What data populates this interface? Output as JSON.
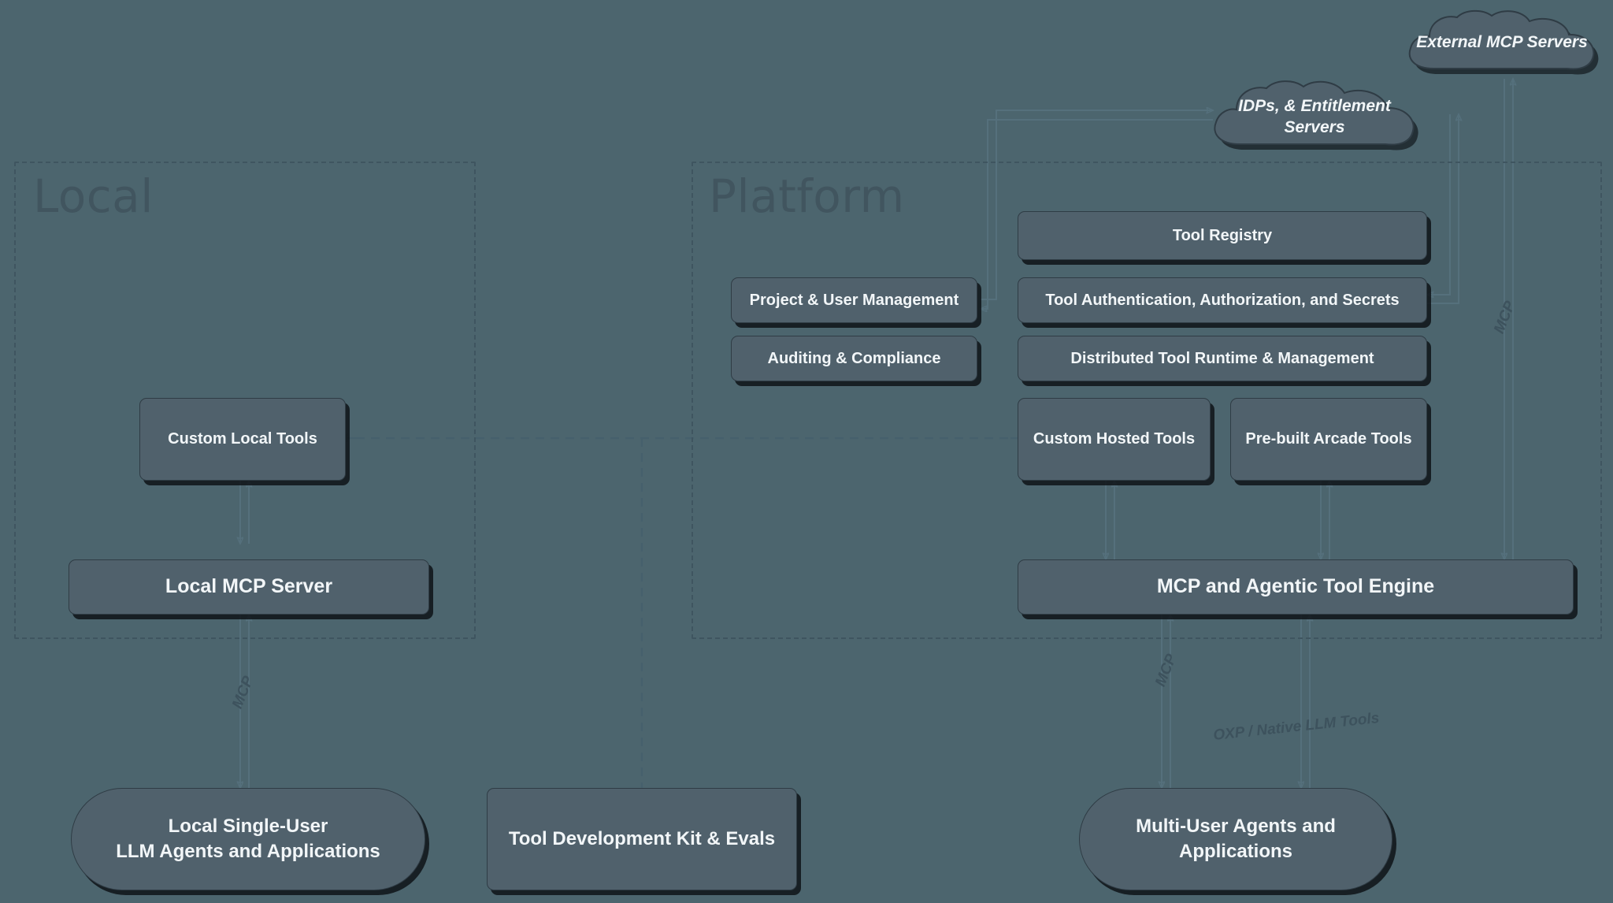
{
  "background_color": "#4c656e",
  "node_fill": "#50616c",
  "text_color": "#f2f6f8",
  "zones": [
    {
      "id": "local",
      "label": "Local"
    },
    {
      "id": "platform",
      "label": "Platform"
    }
  ],
  "clouds": [
    {
      "id": "external-mcp-servers",
      "label": "External MCP Servers"
    },
    {
      "id": "idps-entitlement-servers",
      "label": "IDPs, & Entitlement Servers"
    }
  ],
  "nodes": [
    {
      "id": "custom-local-tools",
      "label": "Custom Local Tools"
    },
    {
      "id": "local-mcp-server",
      "label": "Local MCP Server"
    },
    {
      "id": "project-user-management",
      "label": "Project & User Management"
    },
    {
      "id": "auditing-compliance",
      "label": "Auditing & Compliance"
    },
    {
      "id": "tool-registry",
      "label": "Tool Registry"
    },
    {
      "id": "tool-auth",
      "label": "Tool Authentication, Authorization, and Secrets"
    },
    {
      "id": "distributed-tool-runtime",
      "label": "Distributed Tool Runtime & Management"
    },
    {
      "id": "custom-hosted-tools",
      "label": "Custom Hosted Tools"
    },
    {
      "id": "prebuilt-arcade-tools",
      "label": "Pre-built Arcade Tools"
    },
    {
      "id": "mcp-agentic-tool-engine",
      "label": "MCP and Agentic Tool Engine"
    },
    {
      "id": "local-single-user-agents",
      "label": "Local Single-User\nLLM Agents and Applications"
    },
    {
      "id": "tool-development-kit",
      "label": "Tool Development Kit & Evals"
    },
    {
      "id": "multi-user-agents",
      "label": "Multi-User Agents and Applications"
    }
  ],
  "edge_labels": [
    {
      "id": "mcp-local",
      "label": "MCP"
    },
    {
      "id": "mcp-platform",
      "label": "MCP"
    },
    {
      "id": "mcp-external",
      "label": "MCP"
    },
    {
      "id": "oxp-native",
      "label": "OXP / Native LLM Tools"
    }
  ]
}
